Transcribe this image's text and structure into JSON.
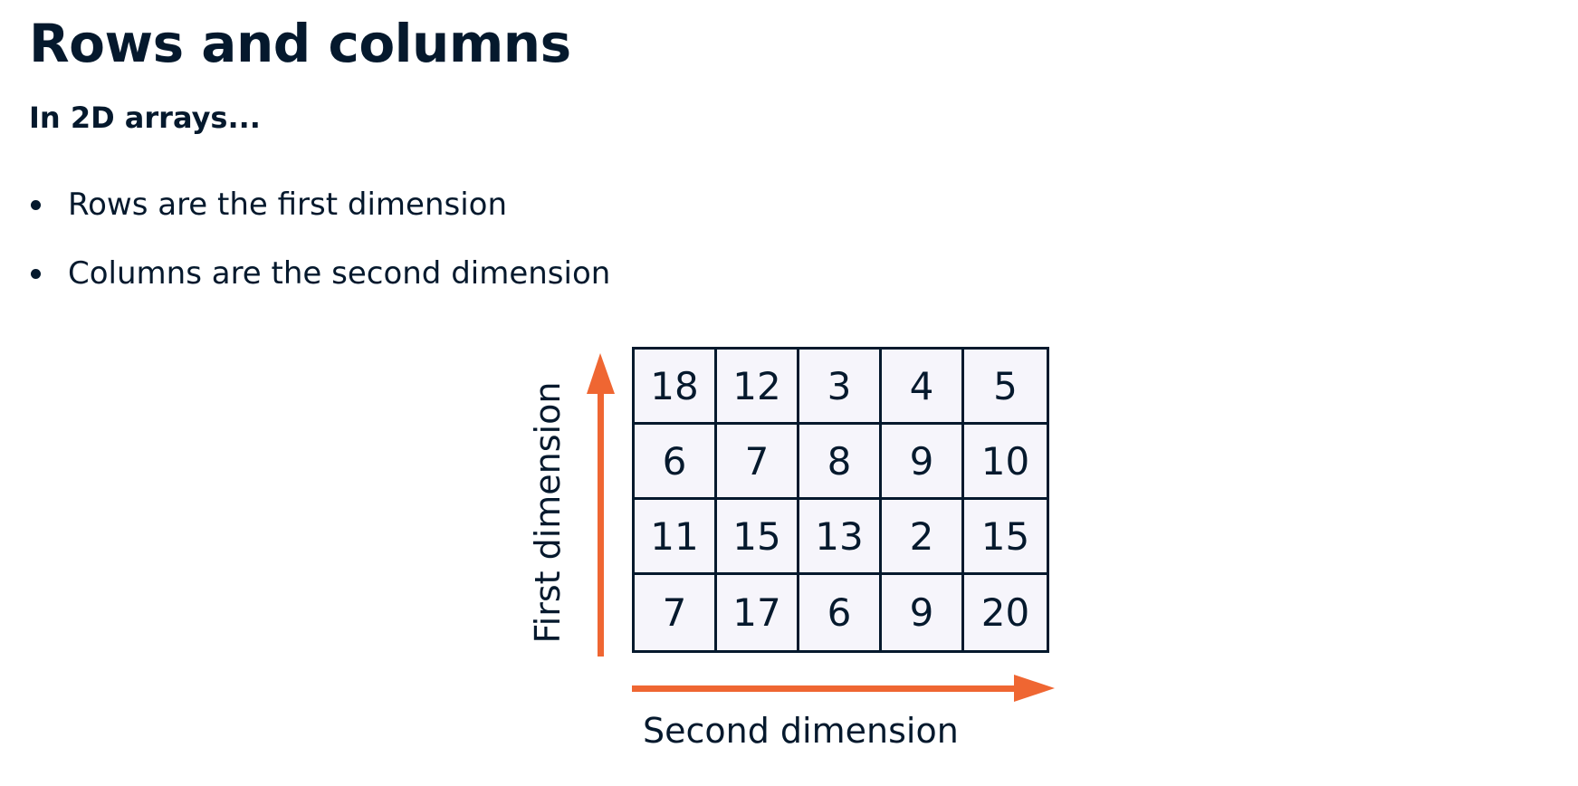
{
  "header": {
    "title": "Rows and columns",
    "subtitle": "In 2D arrays..."
  },
  "bullets": [
    "Rows are the first dimension",
    "Columns are the second dimension"
  ],
  "diagram": {
    "rows": [
      [
        "18",
        "12",
        "3",
        "4",
        "5"
      ],
      [
        "6",
        "7",
        "8",
        "9",
        "10"
      ],
      [
        "11",
        "15",
        "13",
        "2",
        "15"
      ],
      [
        "7",
        "17",
        "6",
        "9",
        "20"
      ]
    ],
    "first_dimension_label": "First dimension",
    "second_dimension_label": "Second dimension",
    "arrow_color": "#ef6632",
    "text_color": "#05192d",
    "cell_background": "#f6f5fb"
  }
}
